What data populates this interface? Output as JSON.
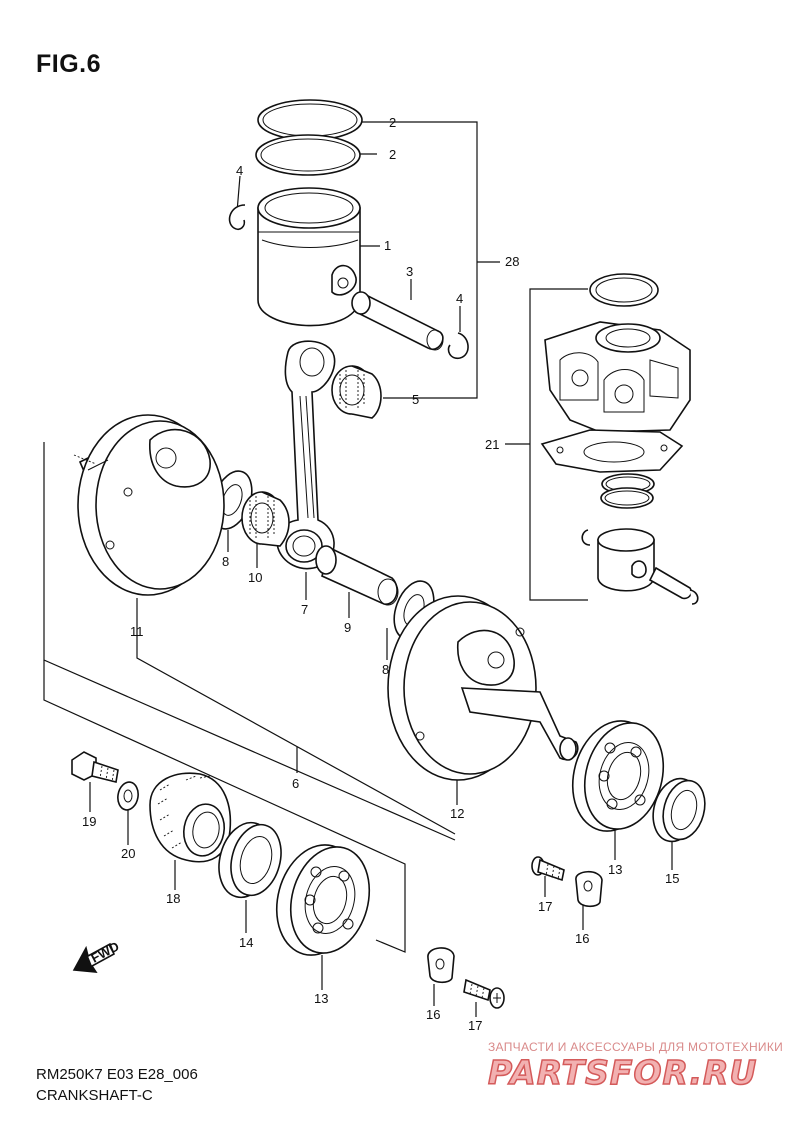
{
  "figure": {
    "title": "FIG.6",
    "model_code": "RM250K7 E03 E28_006",
    "diagram_name": "CRANKSHAFT-C"
  },
  "watermark": {
    "caption": "ЗАПЧАСТИ И АКСЕССУАРЫ ДЛЯ МОТОТЕХНИКИ",
    "brand": "PARTSFOR.RU"
  },
  "fwd_label": "FWD",
  "callouts": [
    {
      "id": "c2a",
      "label": "2"
    },
    {
      "id": "c2b",
      "label": "2"
    },
    {
      "id": "c4a",
      "label": "4"
    },
    {
      "id": "c1",
      "label": "1"
    },
    {
      "id": "c3",
      "label": "3"
    },
    {
      "id": "c4b",
      "label": "4"
    },
    {
      "id": "c28",
      "label": "28"
    },
    {
      "id": "c5",
      "label": "5"
    },
    {
      "id": "c21",
      "label": "21"
    },
    {
      "id": "c8a",
      "label": "8"
    },
    {
      "id": "c10",
      "label": "10"
    },
    {
      "id": "c7",
      "label": "7"
    },
    {
      "id": "c9",
      "label": "9"
    },
    {
      "id": "c11",
      "label": "11"
    },
    {
      "id": "c8b",
      "label": "8"
    },
    {
      "id": "c6",
      "label": "6"
    },
    {
      "id": "c12",
      "label": "12"
    },
    {
      "id": "c19",
      "label": "19"
    },
    {
      "id": "c20",
      "label": "20"
    },
    {
      "id": "c18",
      "label": "18"
    },
    {
      "id": "c14",
      "label": "14"
    },
    {
      "id": "c13a",
      "label": "13"
    },
    {
      "id": "c13b",
      "label": "13"
    },
    {
      "id": "c15",
      "label": "15"
    },
    {
      "id": "c17a",
      "label": "17"
    },
    {
      "id": "c16a",
      "label": "16"
    },
    {
      "id": "c16b",
      "label": "16"
    },
    {
      "id": "c17b",
      "label": "17"
    }
  ]
}
